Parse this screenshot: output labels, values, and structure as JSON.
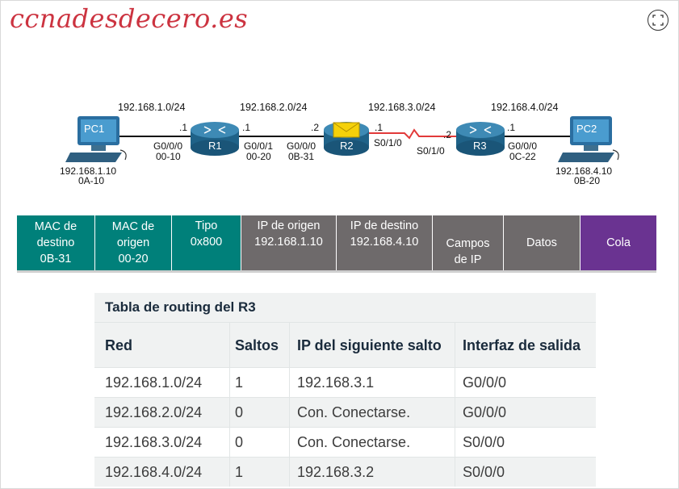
{
  "logo": "ccnadesdecero.es",
  "topology": {
    "pc1": {
      "name": "PC1",
      "ip": "192.168.1.10",
      "mac": "0A-10"
    },
    "pc2": {
      "name": "PC2",
      "ip": "192.168.4.10",
      "mac": "0B-20"
    },
    "r1": {
      "name": "R1",
      "left_if": "G0/0/0",
      "left_mac": "00-10",
      "right_if": "G0/0/1",
      "right_mac": "00-20"
    },
    "r2": {
      "name": "R2",
      "left_if": "G0/0/0",
      "left_mac": "0B-31",
      "right_if": "S0/1/0"
    },
    "r3": {
      "name": "R3",
      "left_if": "S0/1/0",
      "right_if": "G0/0/0",
      "right_mac": "0C-22"
    },
    "networks": [
      "192.168.1.0/24",
      "192.168.2.0/24",
      "192.168.3.0/24",
      "192.168.4.0/24"
    ],
    "host_labels": {
      "n1_r1": ".1",
      "n2_r1": ".1",
      "n2_r2": ".2",
      "n3_r2": ".1",
      "n3_r3": ".2",
      "n4_r3": ".1"
    }
  },
  "frame_header": [
    {
      "lines": [
        "MAC de",
        "destino",
        "0B-31"
      ],
      "color": "teal"
    },
    {
      "lines": [
        "MAC de",
        "origen",
        "00-20"
      ],
      "color": "teal"
    },
    {
      "lines": [
        "Tipo",
        "0x800",
        ""
      ],
      "color": "teal"
    },
    {
      "lines": [
        "IP de origen",
        "192.168.1.10"
      ],
      "color": "gray"
    },
    {
      "lines": [
        "IP de destino",
        "192.168.4.10",
        ""
      ],
      "color": "gray"
    },
    {
      "lines": [
        "",
        "Campos",
        "de IP"
      ],
      "color": "gray"
    },
    {
      "lines": [
        "Datos"
      ],
      "color": "gray"
    },
    {
      "lines": [
        "Cola"
      ],
      "color": "purple"
    }
  ],
  "routing_table": {
    "title": "Tabla de routing del R3",
    "headers": [
      "Red",
      "Saltos",
      "IP del siguiente salto",
      "Interfaz de salida"
    ],
    "rows": [
      [
        "192.168.1.0/24",
        "1",
        "192.168.3.1",
        "G0/0/0"
      ],
      [
        "192.168.2.0/24",
        "0",
        "Con. Conectarse.",
        "G0/0/0"
      ],
      [
        "192.168.3.0/24",
        "0",
        "Con. Conectarse.",
        "S0/0/0"
      ],
      [
        "192.168.4.0/24",
        "1",
        "192.168.3.2",
        "S0/0/0"
      ]
    ]
  }
}
